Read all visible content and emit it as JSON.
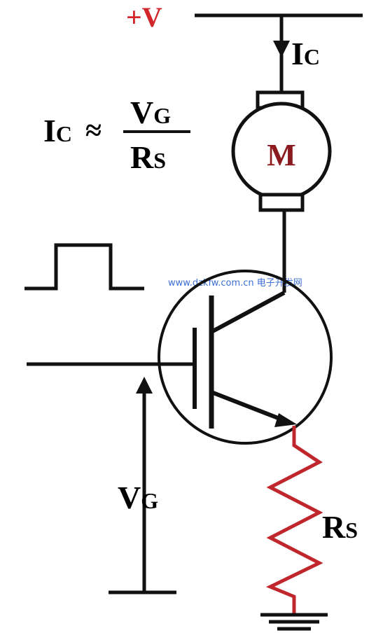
{
  "supply": {
    "label": "+V",
    "color": "#d1252a"
  },
  "current": {
    "main": "I",
    "sub": "C"
  },
  "formula": {
    "lhs_main": "I",
    "lhs_sub": "C",
    "approx": "≈",
    "num_main": "V",
    "num_sub": "G",
    "den_main": "R",
    "den_sub": "S"
  },
  "motor": {
    "label": "M",
    "color": "#8b1a1e"
  },
  "gate_voltage": {
    "main": "V",
    "sub": "G"
  },
  "resistor": {
    "main": "R",
    "sub": "S",
    "color": "#c0272d"
  },
  "watermark": {
    "text": "www.dzkfw.com.cn 电子开发网",
    "color": "#3d6fd6"
  },
  "colors": {
    "wire": "#111111",
    "ground": "#111111"
  }
}
